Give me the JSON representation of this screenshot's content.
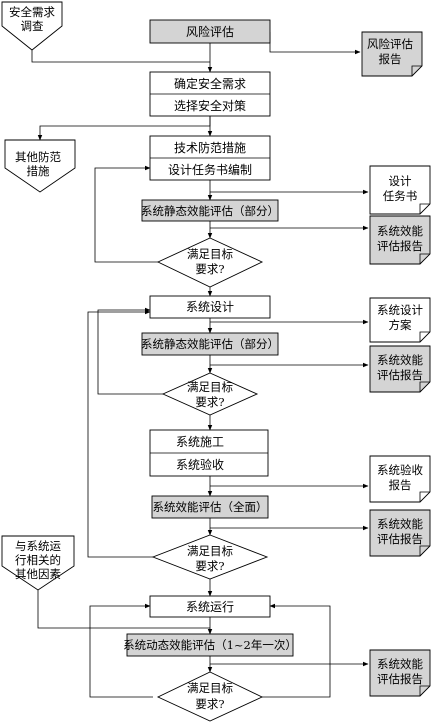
{
  "flow": {
    "risk_assessment": "风险评估",
    "determine_security_needs": "确定安全需求",
    "select_security_measures": "选择安全对策",
    "tech_precautions": "技术防范措施",
    "design_spec": "设计任务书编制",
    "static_eval_partial_1": "系统静态效能评估（部分）",
    "decision_1": [
      "满足目标",
      "要求?"
    ],
    "system_design": "系统设计",
    "static_eval_partial_2": "系统静态效能评估（部分）",
    "decision_2": [
      "满足目标",
      "要求?"
    ],
    "system_construction": "系统施工",
    "system_acceptance": "系统验收",
    "eval_full": "系统效能评估（全面）",
    "decision_3": [
      "满足目标",
      "要求?"
    ],
    "system_operation": "系统运行",
    "dynamic_eval": "系统动态效能评估（1~2年一次）",
    "decision_4": [
      "满足目标",
      "要求?"
    ]
  },
  "inputs": {
    "security_survey": [
      "安全需求",
      "调查"
    ],
    "other_precautions": [
      "其他防范",
      "措施"
    ],
    "other_factors": [
      "与系统运",
      "行相关的",
      "其他因素"
    ]
  },
  "outputs": {
    "risk_report": [
      "风险评估",
      "报告"
    ],
    "design_spec_doc": [
      "设计",
      "任务书"
    ],
    "efficiency_report_1": [
      "系统效能",
      "评估报告"
    ],
    "design_plan": [
      "系统设计",
      "方案"
    ],
    "efficiency_report_2": [
      "系统效能",
      "评估报告"
    ],
    "acceptance_report": [
      "系统验收",
      "报告"
    ],
    "efficiency_report_3": [
      "系统效能",
      "评估报告"
    ],
    "efficiency_report_4": [
      "系统效能",
      "评估报告"
    ]
  }
}
